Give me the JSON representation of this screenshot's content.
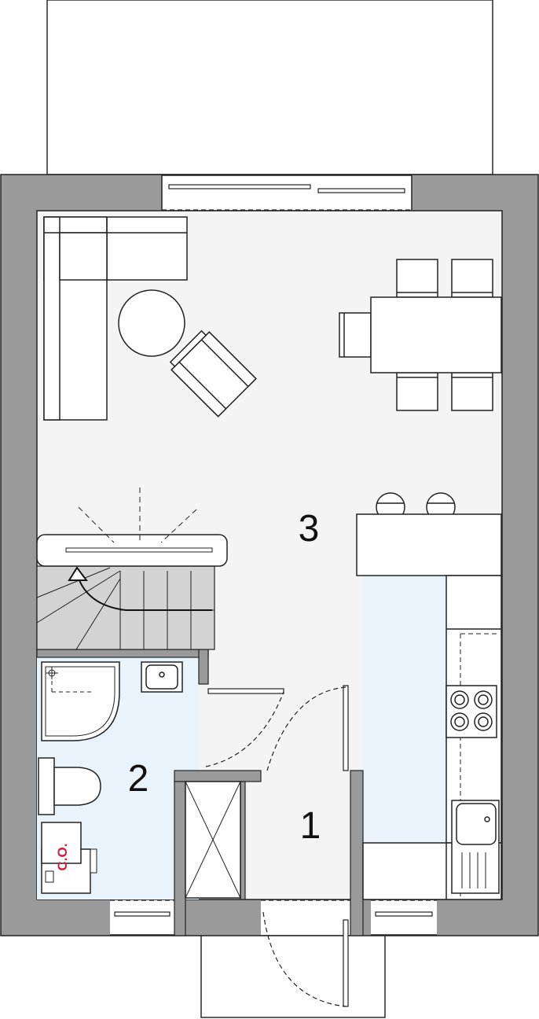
{
  "rooms": [
    {
      "number": "1"
    },
    {
      "number": "2"
    },
    {
      "number": "3"
    }
  ],
  "fixtures": {
    "boiler_label": "C.O."
  },
  "colors": {
    "wall": "#9a9a9a",
    "floor": "#f4f4f4",
    "wet_area": "#e8f3fb",
    "stair": "#d3d3d3",
    "line": "#1e1e1e",
    "accent": "#d7193e"
  }
}
